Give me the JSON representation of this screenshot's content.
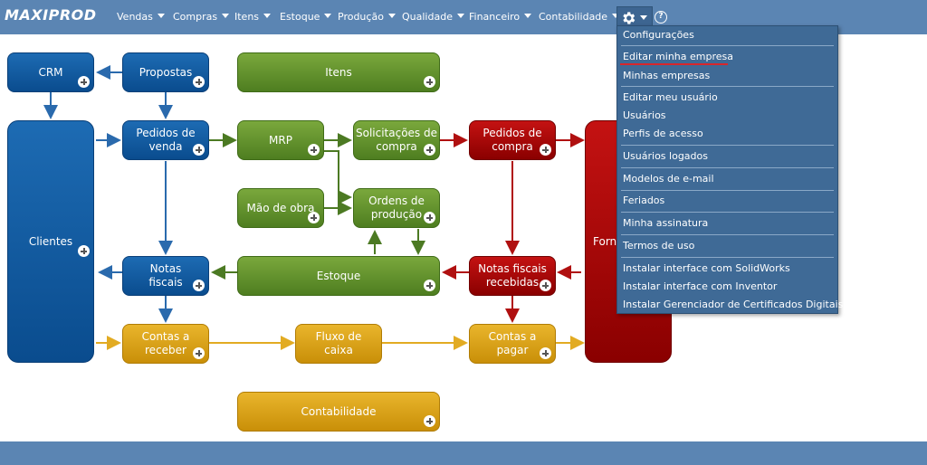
{
  "app": {
    "logo": "MAXIPROD"
  },
  "nav": {
    "menus": [
      {
        "label": "Vendas"
      },
      {
        "label": "Compras"
      },
      {
        "label": "Itens"
      },
      {
        "label": "Estoque"
      },
      {
        "label": "Produção"
      },
      {
        "label": "Qualidade"
      },
      {
        "label": "Financeiro"
      },
      {
        "label": "Contabilidade"
      }
    ],
    "settings_icon": "gear-icon",
    "help_icon": "help-icon",
    "help_symbol": "?"
  },
  "dropdown": {
    "items": [
      {
        "label": "Configurações"
      },
      {
        "label": "Editar minha empresa",
        "highlighted": true
      },
      {
        "label": "Minhas empresas"
      },
      {
        "label": "Editar meu usuário"
      },
      {
        "label": "Usuários"
      },
      {
        "label": "Perfis de acesso"
      },
      {
        "label": "Usuários logados"
      },
      {
        "label": "Modelos de e-mail"
      },
      {
        "label": "Feriados"
      },
      {
        "label": "Minha assinatura"
      },
      {
        "label": "Termos de uso"
      },
      {
        "label": "Instalar interface com SolidWorks"
      },
      {
        "label": "Instalar interface com Inventor"
      },
      {
        "label": "Instalar Gerenciador de Certificados Digitais"
      }
    ]
  },
  "diagram": {
    "nodes": {
      "crm": "CRM",
      "propostas": "Propostas",
      "itens": "Itens",
      "clientes": "Clientes",
      "pedidos_venda": "Pedidos de\nvenda",
      "mrp": "MRP",
      "solicitacoes_compra": "Solicitações de\ncompra",
      "pedidos_compra": "Pedidos de\ncompra",
      "fornecedores_partial": "Forn",
      "mao_de_obra": "Mão de obra",
      "ordens_producao": "Ordens de\nprodução",
      "notas_fiscais": "Notas\nfiscais",
      "estoque": "Estoque",
      "notas_fiscais_recebidas": "Notas fiscais\nrecebidas",
      "contas_receber": "Contas a\nreceber",
      "fluxo_caixa": "Fluxo de\ncaixa",
      "contas_pagar": "Contas a\npagar",
      "contabilidade": "Contabilidade"
    }
  },
  "colors": {
    "topbar": "#5b85b3",
    "blue": "#0a4c8e",
    "green": "#4e7e20",
    "red": "#8a0000",
    "yellow": "#c98f08",
    "highlight_underline": "#d9262b"
  }
}
